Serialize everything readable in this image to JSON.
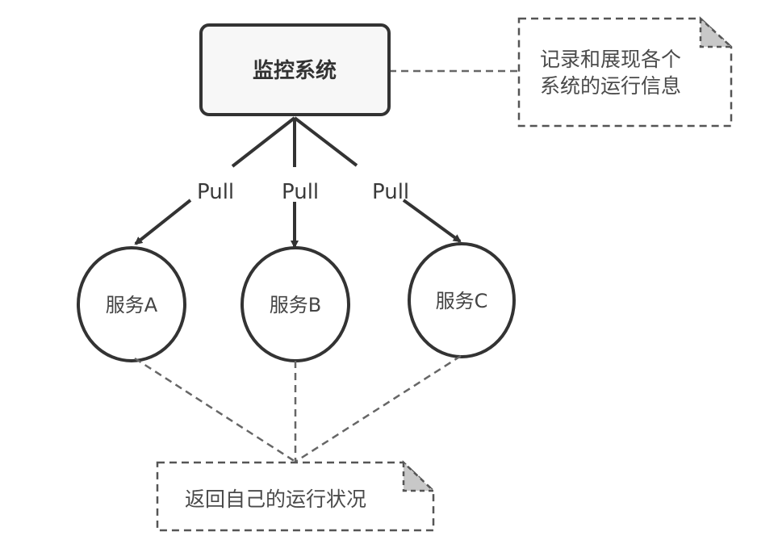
{
  "colors": {
    "stroke": "#333333",
    "dashed": "#666666",
    "box_fill": "#f7f7f7",
    "fold_fill": "#c8c8c8",
    "text": "#3a3a3a"
  },
  "monitor": {
    "label": "监控系统"
  },
  "top_note": {
    "lines": [
      "记录和展现各个",
      "系统的运行信息"
    ]
  },
  "edges": [
    {
      "label": "Pull",
      "target": "服务A"
    },
    {
      "label": "Pull",
      "target": "服务B"
    },
    {
      "label": "Pull",
      "target": "服务C"
    }
  ],
  "services": [
    {
      "label": "服务A"
    },
    {
      "label": "服务B"
    },
    {
      "label": "服务C"
    }
  ],
  "bottom_note": {
    "label": "返回自己的运行状况"
  }
}
